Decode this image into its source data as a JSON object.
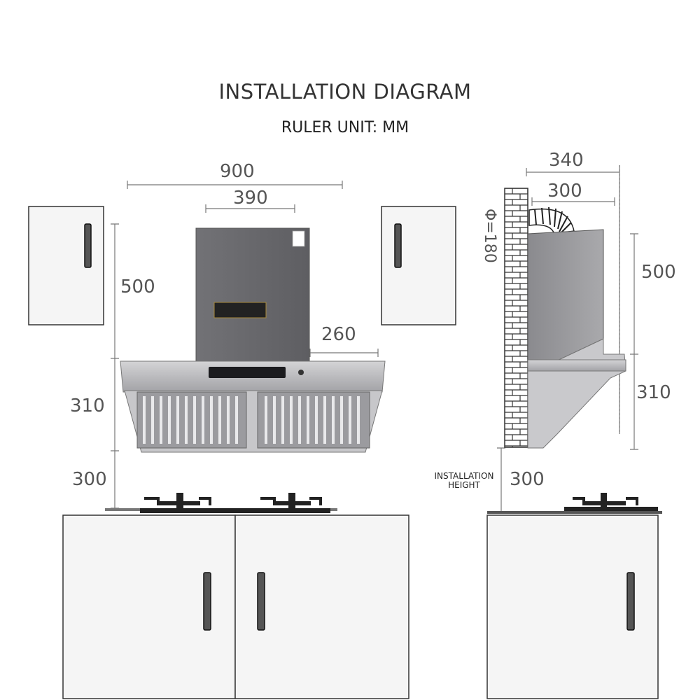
{
  "title": "INSTALLATION DIAGRAM",
  "subtitle": "RULER UNIT: MM",
  "front_view": {
    "hood_width": "900",
    "chimney_width": "390",
    "canopy_depth": "260",
    "upper_cabinet_height": "500",
    "hood_height": "310",
    "install_gap": "300"
  },
  "side_view": {
    "total_depth": "340",
    "inner_depth": "300",
    "duct_diameter": "Φ=180",
    "chimney_height": "500",
    "hood_height": "310",
    "install_gap": "300",
    "install_label_line1": "INSTALLATION",
    "install_label_line2": "HEIGHT"
  },
  "colors": {
    "cabinet_fill": "#f5f5f5",
    "cabinet_stroke": "#333333",
    "hood_body": "#6e6e72",
    "hood_steel": "#b9b9bc",
    "brick": "#ffffff",
    "dimension_line": "#777777"
  }
}
